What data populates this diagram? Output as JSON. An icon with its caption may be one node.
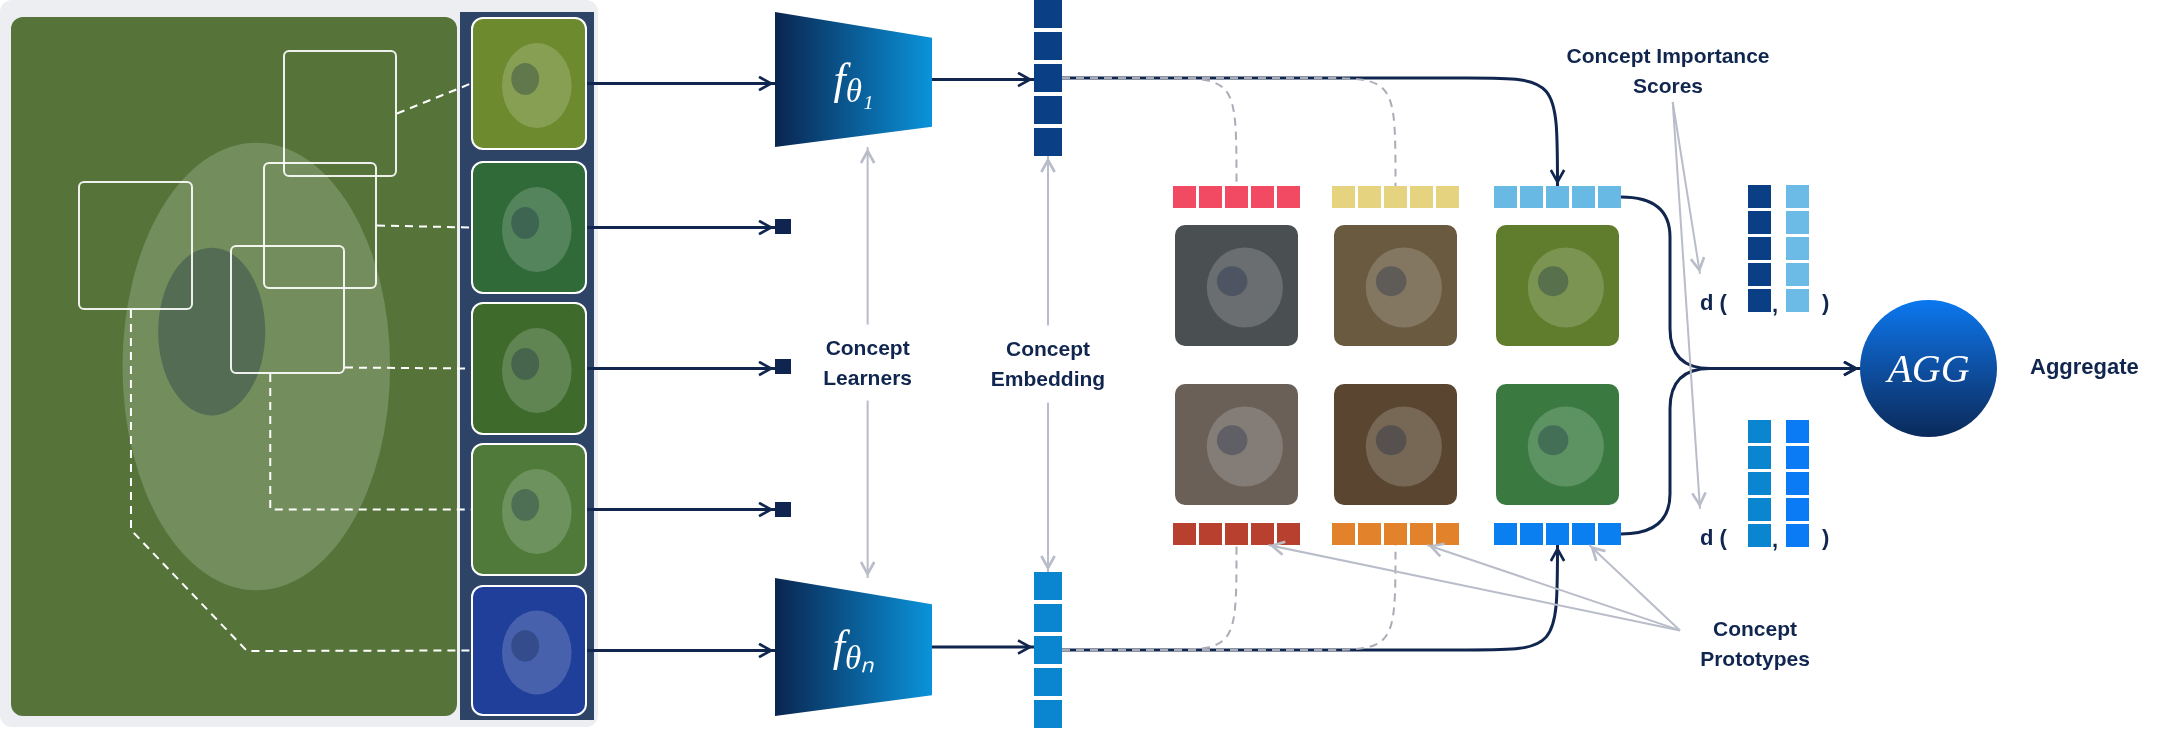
{
  "diagram": {
    "nodes": [
      {
        "text": [],
        "shape": "picture"
      },
      {
        "text": [],
        "shape": "box",
        "in": 0
      },
      {
        "text": [],
        "shape": "box",
        "in": 0
      },
      {
        "text": [],
        "shape": "box",
        "in": 0
      },
      {
        "text": [],
        "shape": "box",
        "in": 0
      },
      {
        "text": [],
        "shape": "picture"
      },
      {
        "text": [],
        "shape": "picture"
      },
      {
        "text": [],
        "shape": "picture"
      },
      {
        "text": [],
        "shape": "picture"
      },
      {
        "text": [],
        "shape": "picture"
      },
      {
        "text": [
          "f$_{θ₁}$"
        ]
      },
      {
        "text": [],
        "shape": "box"
      },
      {
        "text": [],
        "shape": "box"
      },
      {
        "text": [],
        "shape": "box"
      },
      {
        "text": [
          "f$_{θₙ}$"
        ]
      },
      {
        "text": [],
        "shape": "bar"
      },
      {
        "text": [],
        "shape": "bar"
      },
      {
        "text": [],
        "shape": "bar"
      },
      {
        "text": [],
        "shape": "bar"
      },
      {
        "text": [],
        "shape": "bar"
      },
      {
        "text": [],
        "shape": "picture"
      },
      {
        "text": [],
        "shape": "picture"
      },
      {
        "text": [],
        "shape": "picture"
      },
      {
        "text": [],
        "shape": "picture"
      },
      {
        "text": [],
        "shape": "picture"
      },
      {
        "text": [],
        "shape": "picture"
      },
      {
        "text": [],
        "shape": "bar"
      },
      {
        "text": [],
        "shape": "bar"
      },
      {
        "text": [],
        "shape": "bar"
      },
      {
        "text": [
          "d (",
          ",",
          ")"
        ]
      },
      {
        "text": [
          "d (",
          ",",
          ")"
        ]
      },
      {
        "text": [
          "AGG"
        ],
        "beside": [
          "Aggregate"
        ]
      },
      {
        "text": [
          "Concept Importance Scores"
        ]
      },
      {
        "text": [
          "Concept Prototypes"
        ]
      }
    ],
    "edges": [
      {
        "from": 1,
        "to": 5,
        "arrow": "none",
        "style": "dashed",
        "color": "#ffffff"
      },
      {
        "from": 2,
        "to": 6,
        "arrow": "none",
        "style": "dashed",
        "color": "#ffffff"
      },
      {
        "from": 4,
        "to": 7,
        "arrow": "none",
        "style": "dashed",
        "color": "#ffffff"
      },
      {
        "from": 4,
        "to": 8,
        "arrow": "none",
        "style": "dashed",
        "color": "#ffffff"
      },
      {
        "from": 3,
        "to": 9,
        "arrow": "none",
        "style": "dashed",
        "color": "#ffffff"
      },
      {
        "from": 5,
        "to": 10,
        "arrow": "to"
      },
      {
        "from": 6,
        "to": 11,
        "arrow": "to"
      },
      {
        "from": 7,
        "to": 12,
        "arrow": "to"
      },
      {
        "from": 8,
        "to": 13,
        "arrow": "to"
      },
      {
        "from": 9,
        "to": 14,
        "arrow": "to"
      },
      {
        "from": 10,
        "to": 15,
        "arrow": "to"
      },
      {
        "from": 14,
        "to": 16,
        "arrow": "to"
      },
      {
        "from": 10,
        "to": 14,
        "arrow": "both",
        "label": "Concept Learners",
        "color": "#b9bdc9"
      },
      {
        "from": 15,
        "to": 16,
        "arrow": "both",
        "label": "Concept Embedding",
        "color": "#b9bdc9"
      },
      {
        "from": 15,
        "to": 19,
        "arrow": "to"
      },
      {
        "from": 15,
        "to": 17,
        "arrow": "none",
        "style": "dashed",
        "color": "#a9adb6"
      },
      {
        "from": 15,
        "to": 18,
        "arrow": "none",
        "style": "dashed",
        "color": "#a9adb6"
      },
      {
        "from": 16,
        "to": 28,
        "arrow": "to"
      },
      {
        "from": 16,
        "to": 26,
        "arrow": "none",
        "style": "dashed",
        "color": "#a9adb6"
      },
      {
        "from": 16,
        "to": 27,
        "arrow": "none",
        "style": "dashed",
        "color": "#a9adb6"
      },
      {
        "from": 19,
        "to": 31,
        "arrow": "to"
      },
      {
        "from": 28,
        "to": 31,
        "arrow": "to"
      },
      {
        "from": 32,
        "to": 29,
        "arrow": "to",
        "color": "#b9bdc9"
      },
      {
        "from": 32,
        "to": 30,
        "arrow": "to",
        "color": "#b9bdc9"
      },
      {
        "from": 33,
        "to": 26,
        "arrow": "to",
        "color": "#b9bdc9"
      },
      {
        "from": 33,
        "to": 27,
        "arrow": "to",
        "color": "#b9bdc9"
      },
      {
        "from": 33,
        "to": 28,
        "arrow": "to",
        "color": "#b9bdc9"
      }
    ]
  }
}
